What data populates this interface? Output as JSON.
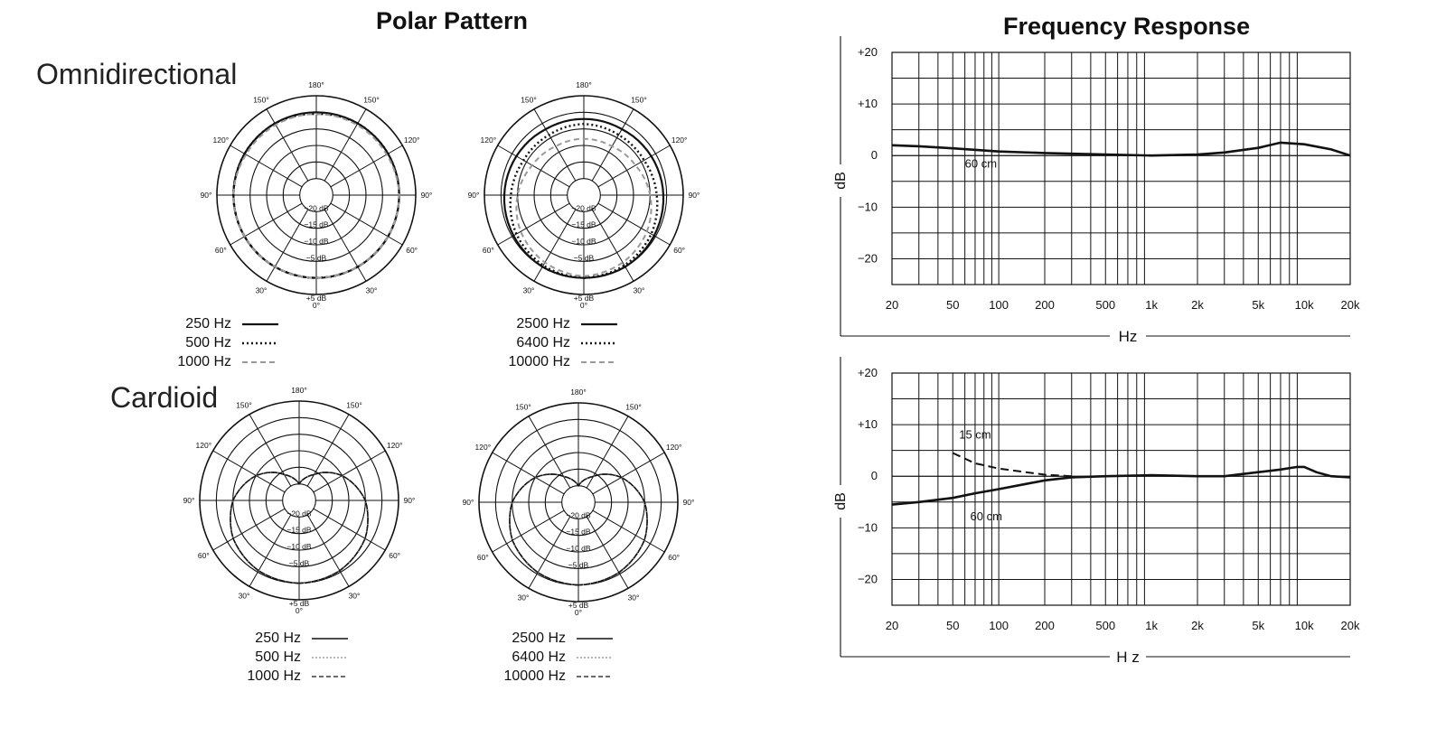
{
  "polar": {
    "title": "Polar Pattern",
    "omni_label": "Omnidirectional",
    "cardioid_label": "Cardioid",
    "angle_labels": [
      "180°",
      "150°",
      "150°",
      "120°",
      "120°",
      "90°",
      "90°",
      "60°",
      "60°",
      "30°",
      "30°",
      "0°"
    ],
    "ring_labels": [
      "−20 dB",
      "−15 dB",
      "−10 dB",
      "−5 dB",
      "+5 dB"
    ]
  },
  "frequency": {
    "title": "Frequency Response",
    "x_axis_label": "Hz",
    "x_axis_label_cardioid": "H z",
    "y_axis_label": "dB",
    "x_ticks": [
      "20",
      "50",
      "100",
      "200",
      "500",
      "1k",
      "2k",
      "5k",
      "10k",
      "20k"
    ],
    "y_ticks": [
      "+20",
      "+10",
      "0",
      "−10",
      "−20"
    ]
  },
  "legends": {
    "omni_low": [
      "250 Hz",
      "500 Hz",
      "1000 Hz"
    ],
    "omni_high": [
      "2500 Hz",
      "6400 Hz",
      "10000 Hz"
    ],
    "card_low": [
      "250 Hz",
      "500 Hz",
      "1000 Hz"
    ],
    "card_high": [
      "2500 Hz",
      "6400 Hz",
      "10000 Hz"
    ]
  },
  "chart_data": [
    {
      "type": "line",
      "subtype": "polar",
      "pattern": "Omnidirectional",
      "theta_deg": [
        0,
        30,
        60,
        90,
        120,
        150,
        180
      ],
      "series": [
        {
          "name": "250 Hz",
          "style": "solid",
          "values_db": [
            0,
            0,
            0,
            0,
            0,
            0,
            0
          ]
        },
        {
          "name": "500 Hz",
          "style": "dotted",
          "values_db": [
            0,
            0,
            0,
            0,
            0,
            0,
            -0.5
          ]
        },
        {
          "name": "1000 Hz",
          "style": "dashed",
          "values_db": [
            0,
            0,
            0,
            0,
            -0.5,
            -0.5,
            -0.5
          ]
        }
      ],
      "r_range_db": [
        -25,
        5
      ]
    },
    {
      "type": "line",
      "subtype": "polar",
      "pattern": "Omnidirectional",
      "theta_deg": [
        0,
        30,
        60,
        90,
        120,
        150,
        180
      ],
      "series": [
        {
          "name": "2500 Hz",
          "style": "solid",
          "values_db": [
            0,
            0,
            -0.5,
            -1,
            -1.5,
            -2,
            -2
          ]
        },
        {
          "name": "6400 Hz",
          "style": "dotted",
          "values_db": [
            0,
            -0.5,
            -1.5,
            -3,
            -4,
            -4,
            -3.5
          ]
        },
        {
          "name": "10000 Hz",
          "style": "dashed",
          "values_db": [
            -0.5,
            -1.5,
            -3,
            -5,
            -7,
            -8,
            -8
          ]
        }
      ],
      "r_range_db": [
        -25,
        5
      ]
    },
    {
      "type": "line",
      "subtype": "polar",
      "pattern": "Cardioid",
      "theta_deg": [
        0,
        30,
        60,
        90,
        120,
        150,
        180
      ],
      "series": [
        {
          "name": "250 Hz",
          "style": "solid",
          "values_db": [
            0,
            -0.5,
            -2,
            -5,
            -10,
            -16,
            -20
          ]
        },
        {
          "name": "500 Hz",
          "style": "dotted",
          "values_db": [
            0,
            -0.5,
            -2,
            -5,
            -10,
            -16,
            -20
          ]
        },
        {
          "name": "1000 Hz",
          "style": "dashed",
          "values_db": [
            0,
            -0.5,
            -2,
            -5,
            -10,
            -16,
            -20
          ]
        }
      ],
      "r_range_db": [
        -25,
        5
      ]
    },
    {
      "type": "line",
      "subtype": "polar",
      "pattern": "Cardioid",
      "theta_deg": [
        0,
        30,
        60,
        90,
        120,
        150,
        180
      ],
      "series": [
        {
          "name": "2500 Hz",
          "style": "solid",
          "values_db": [
            0,
            -0.5,
            -2,
            -5,
            -10,
            -16,
            -20
          ]
        },
        {
          "name": "6400 Hz",
          "style": "dotted",
          "values_db": [
            0,
            -0.5,
            -2,
            -5,
            -10,
            -16,
            -20
          ]
        },
        {
          "name": "10000 Hz",
          "style": "dashed",
          "values_db": [
            0,
            -0.5,
            -2,
            -5,
            -10,
            -16,
            -20
          ]
        }
      ],
      "r_range_db": [
        -25,
        5
      ]
    },
    {
      "type": "line",
      "subtype": "frequency-response",
      "pattern": "Omnidirectional",
      "xscale": "log",
      "xlim": [
        20,
        20000
      ],
      "ylim": [
        -25,
        20
      ],
      "xlabel": "Hz",
      "ylabel": "dB",
      "series": [
        {
          "name": "60 cm",
          "style": "solid",
          "x": [
            20,
            30,
            50,
            100,
            200,
            500,
            1000,
            2000,
            3000,
            5000,
            7000,
            10000,
            15000,
            20000
          ],
          "y": [
            2,
            1.8,
            1.4,
            0.8,
            0.5,
            0.2,
            0,
            0.2,
            0.6,
            1.5,
            2.5,
            2.2,
            1.2,
            0
          ]
        }
      ]
    },
    {
      "type": "line",
      "subtype": "frequency-response",
      "pattern": "Cardioid",
      "xscale": "log",
      "xlim": [
        20,
        20000
      ],
      "ylim": [
        -25,
        20
      ],
      "xlabel": "H z",
      "ylabel": "dB",
      "series": [
        {
          "name": "60 cm",
          "style": "solid",
          "x": [
            20,
            30,
            50,
            70,
            100,
            150,
            200,
            300,
            500,
            1000,
            2000,
            3000,
            5000,
            7000,
            9000,
            10000,
            12000,
            15000,
            20000
          ],
          "y": [
            -5.5,
            -5,
            -4.2,
            -3.3,
            -2.5,
            -1.5,
            -0.8,
            -0.2,
            0,
            0.2,
            0,
            0,
            0.8,
            1.3,
            1.8,
            1.8,
            0.8,
            0,
            -0.2
          ]
        },
        {
          "name": "15 cm",
          "style": "dashed",
          "x": [
            50,
            70,
            100,
            150,
            200,
            300
          ],
          "y": [
            4.5,
            2.5,
            1.5,
            0.8,
            0.3,
            0
          ]
        }
      ]
    }
  ]
}
